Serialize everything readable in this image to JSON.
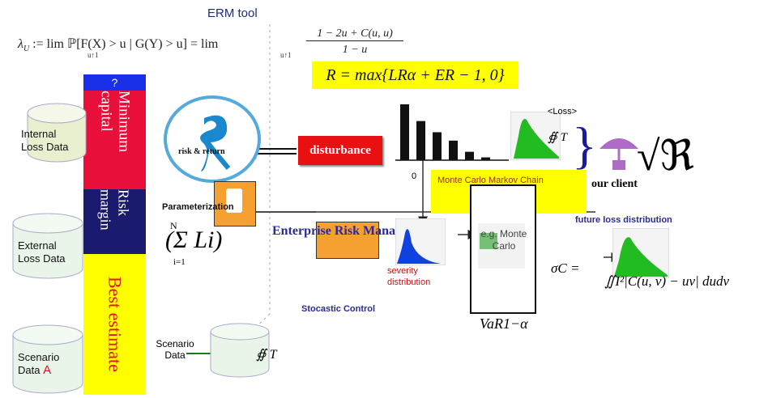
{
  "title": "ERM tool",
  "formulas": {
    "lambda_lhs": "λ",
    "lambda_sub": "U",
    "lambda_def": ":=  lim  ℙ[F(X) > u | G(Y) > u]  =  lim",
    "lim_sub": "u↑1",
    "frac_num": "1 − 2u + C(u, u)",
    "frac_den": "1 − u",
    "r_formula": "R = max{LRα + ER − 1, 0}",
    "sigma": "σC =",
    "integral": "∬I²|C(u, v) − uv| dudv",
    "var": "VaR1−α",
    "sqrt_symbol": "√ℜ",
    "sum_expr": "(Σ Li)",
    "sum_top": "N",
    "sum_bottom": "i=1",
    "copula_symbol": "∯ T"
  },
  "capital_bar": {
    "top": "?",
    "minimum": "Minimum capital",
    "risk": "Risk margin",
    "best": "Best estimate"
  },
  "data_sources": {
    "internal": "Internal Loss Data",
    "external": "External Loss Data",
    "scenario_pre": "Scenario Data ",
    "scenario_a": "A",
    "scenario_small": "Scenario Data"
  },
  "labels": {
    "risk_return": "risk & return",
    "disturbance": "disturbance",
    "parameterization": "Parameterization",
    "erm": "Enterprise Risk Management",
    "mcmc": "Monte Carlo Markov Chain",
    "loss": "<Loss>",
    "our_client": "our client",
    "future": "future loss distribution",
    "severity": "severity distribution",
    "stochastic": "Stocastic Control",
    "monte_carlo": "e.g. Monte Carlo",
    "zero": "0"
  },
  "colors": {
    "red": "#e8103a",
    "navy": "#1a1a6e",
    "yellow": "#ffff00",
    "blue": "#1030e0",
    "green": "#22bb22",
    "orange": "#f5a030"
  },
  "chart_data": {
    "type": "bar",
    "values": [
      10,
      7,
      5,
      3.5,
      1.5,
      0.5
    ],
    "ylim": [
      0,
      11
    ]
  }
}
